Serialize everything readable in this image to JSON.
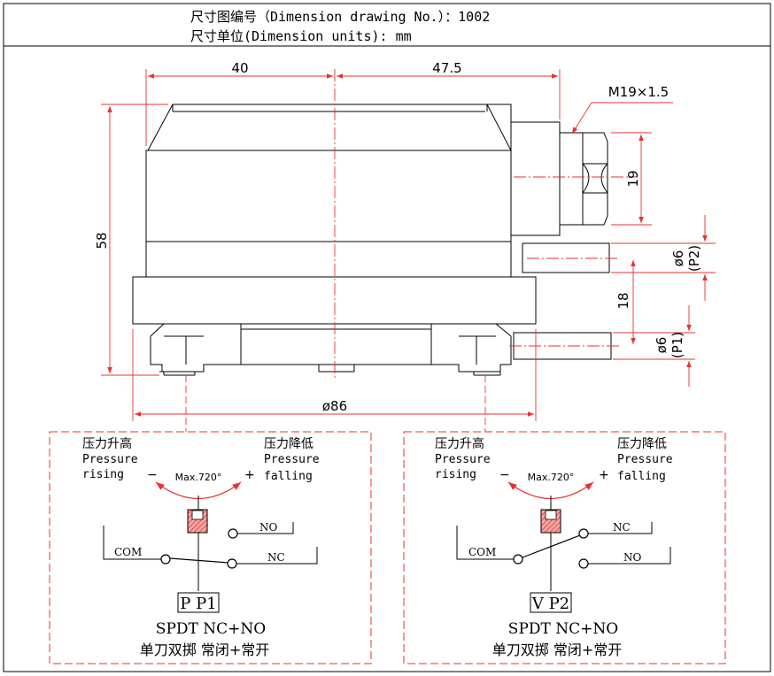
{
  "header": {
    "drawing_no": "尺寸图编号（Dimension drawing No.）：1002",
    "units": "尺寸单位(Dimension units): mm"
  },
  "dimensions": {
    "width_left": "40",
    "width_right": "47.5",
    "thread": "M19×1.5",
    "hex": "19",
    "height": "58",
    "port_dia_p2": "ø6",
    "port_label_p2": "(P2)",
    "port_spacing": "18",
    "port_dia_p1": "ø6",
    "port_label_p1": "(P1)",
    "base_dia": "ø86"
  },
  "panels": [
    {
      "rising_cn": "压力升高",
      "rising_en_1": "Pressure",
      "rising_en_2": "rising",
      "falling_cn": "压力降低",
      "falling_en_1": "Pressure",
      "falling_en_2": "falling",
      "minus": "−",
      "plus": "+",
      "max_angle": "Max.720°",
      "com": "COM",
      "upper_contact": "NO",
      "lower_contact": "NC",
      "model": "P P1",
      "spec": "SPDT  NC+NO",
      "spec_cn": "单刀双掷 常闭+常开"
    },
    {
      "rising_cn": "压力升高",
      "rising_en_1": "Pressure",
      "rising_en_2": "rising",
      "falling_cn": "压力降低",
      "falling_en_1": "Pressure",
      "falling_en_2": "falling",
      "minus": "−",
      "plus": "+",
      "max_angle": "Max.720°",
      "com": "COM",
      "upper_contact": "NC",
      "lower_contact": "NO",
      "model": "V P2",
      "spec": "SPDT  NC+NO",
      "spec_cn": "单刀双掷 常闭+常开"
    }
  ],
  "colors": {
    "line": "#000000",
    "accent": "#e8312f"
  }
}
